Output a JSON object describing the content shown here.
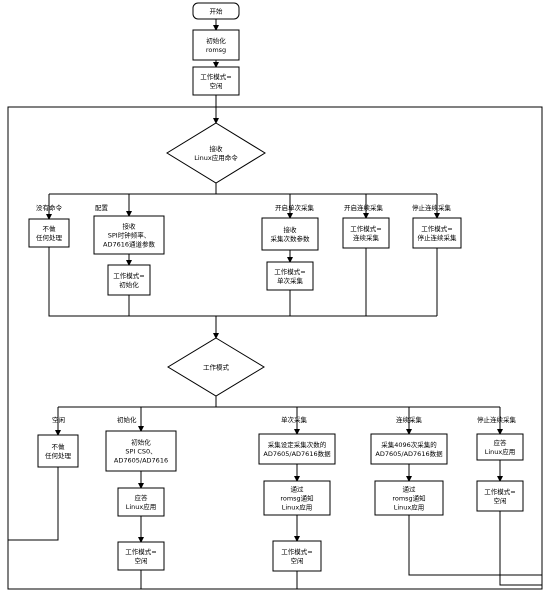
{
  "nodes": {
    "start": [
      "开始"
    ],
    "init_romsg": [
      "初始化",
      "romsg"
    ],
    "mode_idle_top": [
      "工作模式=",
      "空闲"
    ],
    "recv_cmd": [
      "接收",
      "Linux应用命令"
    ],
    "no_process_1": [
      "不做",
      "任何处理"
    ],
    "recv_spi": [
      "接收",
      "SPI时钟频率、",
      "AD7616通道参数"
    ],
    "mode_init_1": [
      "工作模式=",
      "初始化"
    ],
    "recv_count": [
      "接收",
      "采集次数参数"
    ],
    "mode_single_1": [
      "工作模式=",
      "单次采集"
    ],
    "mode_cont_1": [
      "工作模式=",
      "连续采集"
    ],
    "mode_stop_1": [
      "工作模式=",
      "停止连续采集"
    ],
    "work_mode": [
      "工作模式"
    ],
    "no_process_2": [
      "不做",
      "任何处理"
    ],
    "init_cs": [
      "初始化",
      "SPI CS0、",
      "AD7605/AD7616"
    ],
    "reply_1": [
      "应答",
      "Linux应用"
    ],
    "mode_idle_2": [
      "工作模式=",
      "空闲"
    ],
    "collect_count": [
      "采集设定采集次数的",
      "AD7605/AD7616数据"
    ],
    "notify_1": [
      "通过",
      "romsg通知",
      "Linux应用"
    ],
    "mode_idle_3": [
      "工作模式=",
      "空闲"
    ],
    "collect_4096": [
      "采集4096次采集的",
      "AD7605/AD7616数据"
    ],
    "notify_2": [
      "通过",
      "romsg通知",
      "Linux应用"
    ],
    "reply_2": [
      "应答",
      "Linux应用"
    ],
    "mode_idle_4": [
      "工作模式=",
      "空闲"
    ]
  },
  "labels": {
    "cmd_invalid": "没有命令",
    "cmd_config": "配置",
    "cmd_single": "开启单次采集",
    "cmd_cont": "开启连续采集",
    "cmd_stop": "停止连续采集",
    "mode_idle": "空闲",
    "mode_init": "初始化",
    "mode_single": "单次采集",
    "mode_cont": "连续采集",
    "mode_stop": "停止连续采集"
  }
}
